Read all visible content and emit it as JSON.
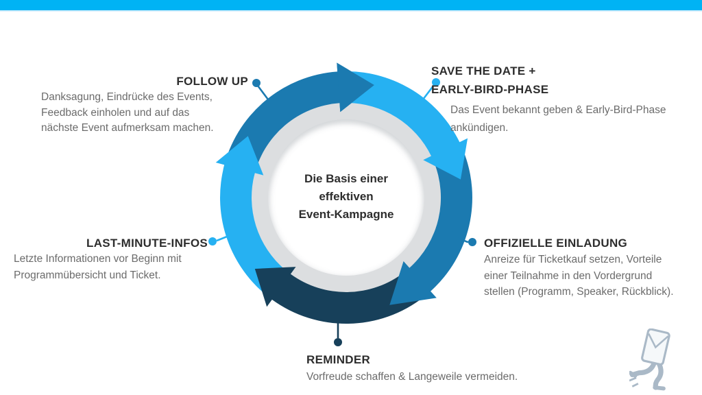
{
  "header": {
    "bar_color": "#00b3f4",
    "bar_underline_color": "#d9f0fd"
  },
  "diagram": {
    "center_text": [
      "Die Basis einer",
      "effektiven",
      "Event-Kampagne"
    ],
    "ring_gray_color": "#dcdee0",
    "phases": [
      {
        "key": "save-the-date",
        "title": [
          "SAVE THE DATE +",
          "EARLY-BIRD-PHASE"
        ],
        "description": [
          "Das Event bekannt geben & Early-Bird-Phase",
          "ankündigen."
        ],
        "color": "#26b1f2"
      },
      {
        "key": "offizielle-einladung",
        "title": [
          "OFFIZIELLE EINLADUNG"
        ],
        "description": [
          "Anreize für Ticketkauf setzen, Vorteile",
          "einer Teilnahme in den Vordergrund",
          "stellen (Programm, Speaker, Rückblick)."
        ],
        "color": "#1b7ab0"
      },
      {
        "key": "reminder",
        "title": [
          "REMINDER"
        ],
        "description": [
          "Vorfreude schaffen & Langeweile vermeiden."
        ],
        "color": "#17405a"
      },
      {
        "key": "last-minute-infos",
        "title": [
          "LAST-MINUTE-INFOS"
        ],
        "description": [
          "Letzte Informationen vor Beginn mit",
          "Programmübersicht und Ticket."
        ],
        "color": "#26b1f2"
      },
      {
        "key": "follow-up",
        "title": [
          "FOLLOW UP"
        ],
        "description": [
          "Danksagung, Eindrücke des Events,",
          "Feedback einholen und auf das",
          "nächste Event aufmerksam machen."
        ],
        "color": "#1b7ab0"
      }
    ]
  },
  "text_colors": {
    "heading": "#2d2d2d",
    "body": "#6b6b6b"
  },
  "logo": {
    "icon": "running-envelope-logo",
    "color": "#aab9c7"
  }
}
